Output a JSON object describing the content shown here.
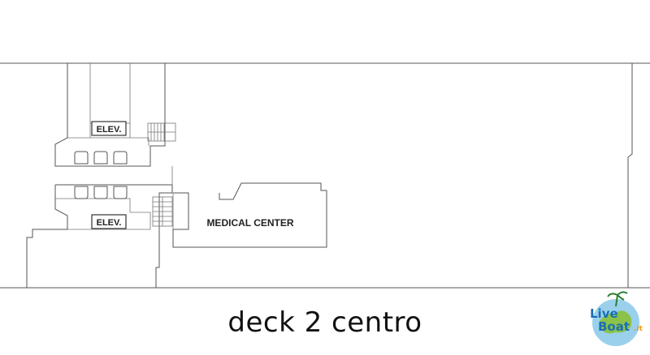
{
  "diagram": {
    "elevator_label_upper": "ELEV.",
    "elevator_label_lower": "ELEV.",
    "medical_center_label": "MEDICAL CENTER"
  },
  "caption": "deck 2 centro",
  "logo": {
    "word_live": "Live",
    "word_boat": "Boat",
    "domain": ".it"
  },
  "colors": {
    "wall": "#555555",
    "logo_blue": "#1b6fb5",
    "logo_green": "#4caf50",
    "logo_orange": "#f39c12"
  }
}
